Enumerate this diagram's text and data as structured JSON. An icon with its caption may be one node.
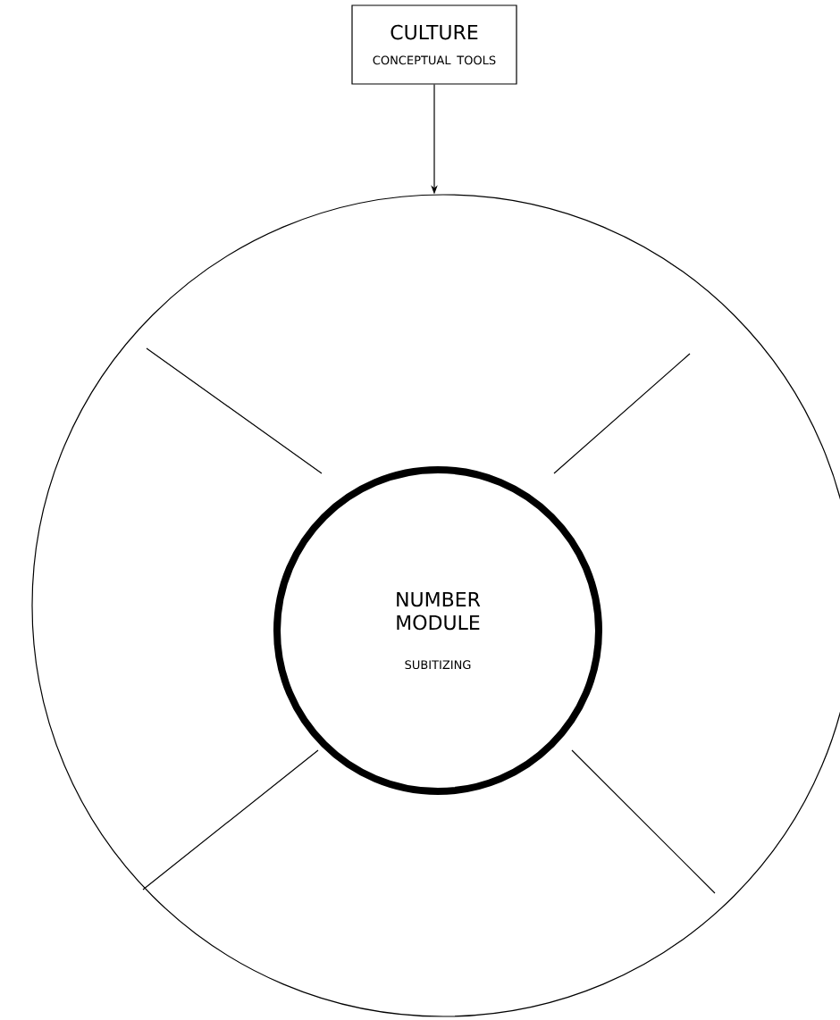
{
  "diagram": {
    "nodes": [
      {
        "text": [
          "CULTURE",
          "CONCEPTUAL TOOLS"
        ]
      },
      {
        "text": [],
        "shape": "circle"
      },
      {
        "text": [
          "NUMBER MODULE",
          "SUBITIZING"
        ],
        "in": 1
      }
    ],
    "edges": [
      {
        "from": 0,
        "to": 1,
        "arrow": "to"
      }
    ]
  }
}
